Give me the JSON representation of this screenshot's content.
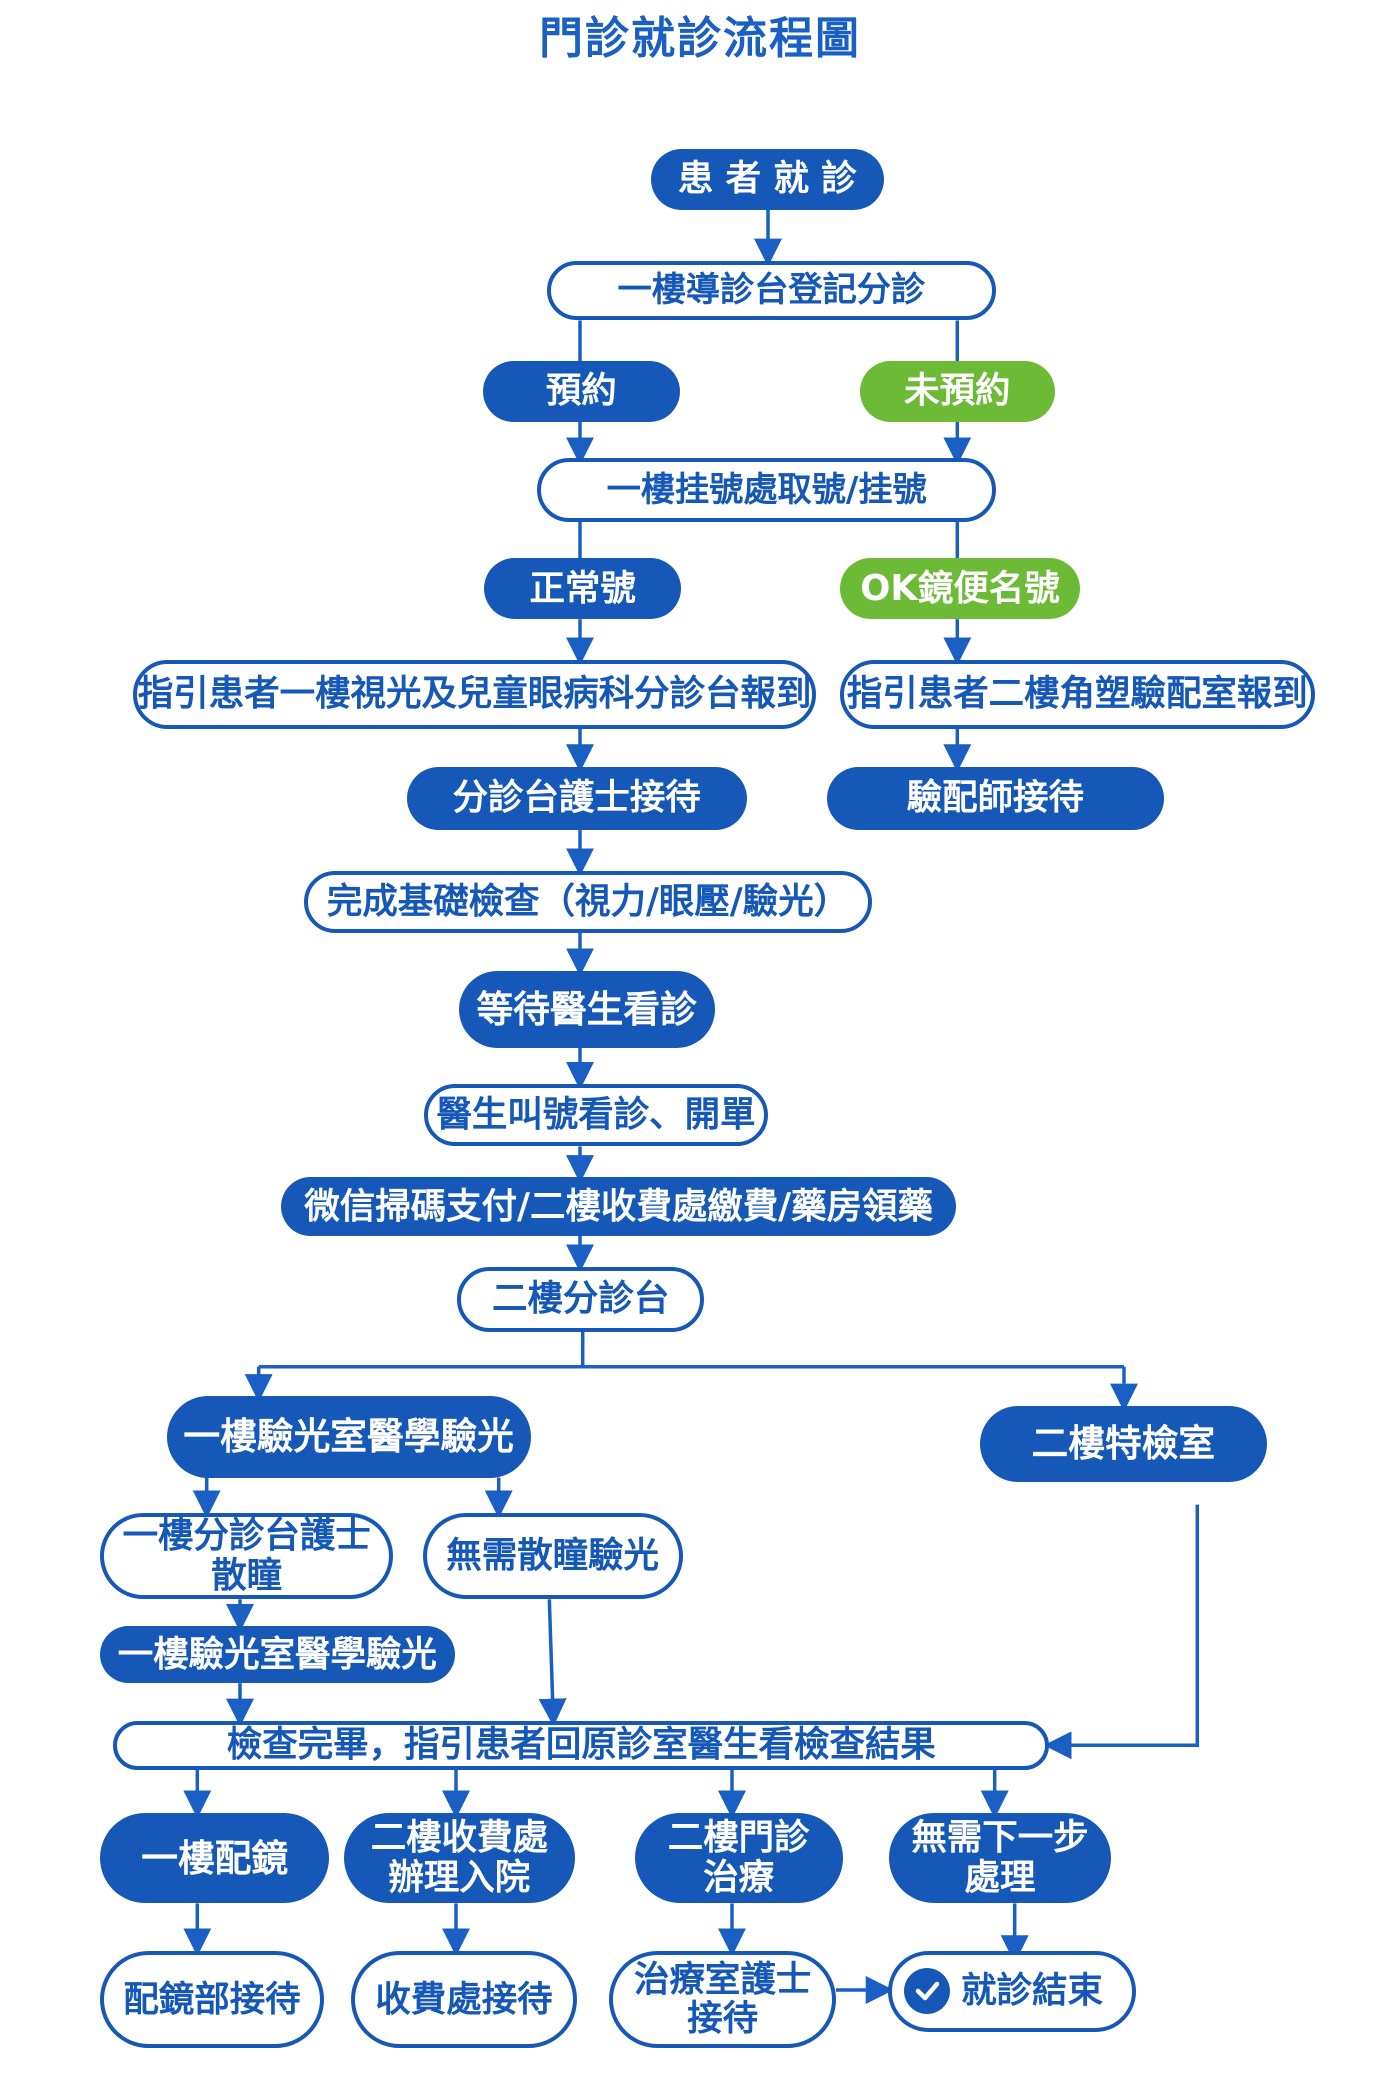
{
  "title": "門診就診流程圖",
  "colors": {
    "primary": "#1558b8",
    "green": "#6cba35",
    "edge": "#1a5fc4"
  },
  "nodes": {
    "n1": {
      "lines": [
        "患 者 就 診"
      ]
    },
    "n2": {
      "lines": [
        "一樓導診台登記分診"
      ]
    },
    "n3": {
      "lines": [
        "預約"
      ]
    },
    "n4": {
      "lines": [
        "未預約"
      ]
    },
    "n5": {
      "lines": [
        "一樓挂號處取號/挂號"
      ]
    },
    "n6": {
      "lines": [
        "正常號"
      ]
    },
    "n7": {
      "lines": [
        "OK鏡便名號"
      ]
    },
    "n8": {
      "lines": [
        "指引患者一樓視光及兒童眼病科分診台報到"
      ]
    },
    "n9": {
      "lines": [
        "指引患者二樓角塑驗配室報到"
      ]
    },
    "n10": {
      "lines": [
        "分診台護士接待"
      ]
    },
    "n11": {
      "lines": [
        "驗配師接待"
      ]
    },
    "n12": {
      "lines": [
        "完成基礎檢查（視力/眼壓/驗光）"
      ]
    },
    "n13": {
      "lines": [
        "等待醫生看診"
      ]
    },
    "n14": {
      "lines": [
        "醫生叫號看診、開單"
      ]
    },
    "n15": {
      "lines": [
        "微信掃碼支付/二樓收費處繳費/藥房領藥"
      ]
    },
    "n16": {
      "lines": [
        "二樓分診台"
      ]
    },
    "n17": {
      "lines": [
        "一樓驗光室醫學驗光"
      ]
    },
    "n18": {
      "lines": [
        "二樓特檢室"
      ]
    },
    "n19": {
      "lines": [
        "一樓分診台護士",
        "散瞳"
      ]
    },
    "n20": {
      "lines": [
        "無需散瞳驗光"
      ]
    },
    "n21": {
      "lines": [
        "一樓驗光室醫學驗光"
      ]
    },
    "n22": {
      "lines": [
        "檢查完畢，指引患者回原診室醫生看檢查結果"
      ]
    },
    "n23": {
      "lines": [
        "一樓配鏡"
      ]
    },
    "n24": {
      "lines": [
        "二樓收費處",
        "辦理入院"
      ]
    },
    "n25": {
      "lines": [
        "二樓門診",
        "治療"
      ]
    },
    "n26": {
      "lines": [
        "無需下一步",
        "處理"
      ]
    },
    "n27": {
      "lines": [
        "配鏡部接待"
      ]
    },
    "n28": {
      "lines": [
        "收費處接待"
      ]
    },
    "n29": {
      "lines": [
        "治療室護士",
        "接待"
      ]
    },
    "n30": {
      "lines": [
        "就診結束"
      ],
      "icon": "check-circle-icon"
    }
  }
}
